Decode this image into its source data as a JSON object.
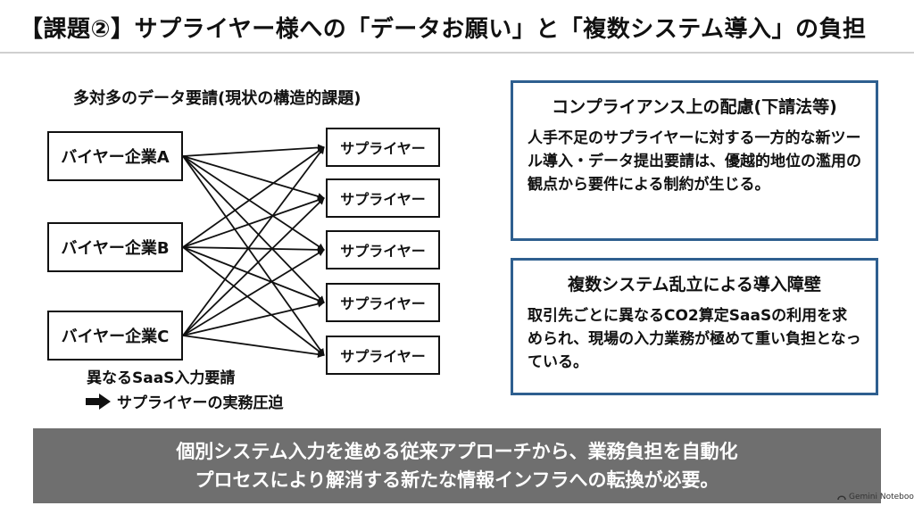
{
  "title": "【課題②】サプライヤー様への「データお願い」と「複数システム導入」の負担",
  "diagram": {
    "title": "多対多のデータ要請(現状の構造的課題)",
    "buyers": [
      "バイヤー企業A",
      "バイヤー企業B",
      "バイヤー企業C"
    ],
    "suppliers": [
      "サプライヤー",
      "サプライヤー",
      "サプライヤー",
      "サプライヤー",
      "サプライヤー"
    ],
    "note_line1": "異なるSaaS入力要請",
    "note_line2": "サプライヤーの実務圧迫"
  },
  "panels": [
    {
      "heading": "コンプライアンス上の配慮(下請法等)",
      "body": "人手不足のサプライヤーに対する一方的な新ツール導入・データ提出要請は、優越的地位の濫用の観点から要件による制約が生じる。"
    },
    {
      "heading": "複数システム乱立による導入障壁",
      "body": "取引先ごとに異なるCO2算定SaaSの利用を求められ、現場の入力業務が極めて重い負担となっている。"
    }
  ],
  "banner": {
    "line1": "個別システム入力を進める従来アプローチから、業務負担を自動化",
    "line2": "プロセスにより解消する新たな情報インフラへの転換が必要。"
  },
  "watermark": "Gemini Notebook"
}
